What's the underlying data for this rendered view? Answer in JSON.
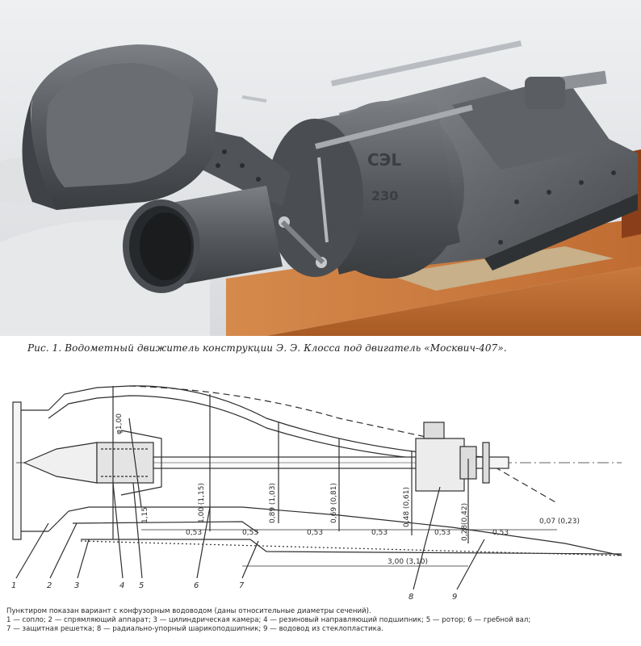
{
  "caption": "Рис. 1. Водометный движитель конструкции Э. Э. Клосса под двигатель «Москвич-407».",
  "photo": {
    "casting_mark_top": "CЭL",
    "casting_mark_bottom": "230"
  },
  "drawing": {
    "diameters": [
      {
        "label": "φ1,00"
      },
      {
        "label": "1,00 (1,15)"
      },
      {
        "label": "1,15"
      },
      {
        "label": "0,89 (1,03)"
      },
      {
        "label": "0,69 (0,81)"
      },
      {
        "label": "0,48 (0,61)"
      },
      {
        "label": "0,28(0,42)"
      },
      {
        "label": "0,07 (0,23)"
      }
    ],
    "segments": [
      {
        "label": "0,53"
      },
      {
        "label": "0,53"
      },
      {
        "label": "0,53"
      },
      {
        "label": "0,53"
      },
      {
        "label": "0,53"
      },
      {
        "label": "0,53"
      }
    ],
    "overall_length": "3,00 (3,10)",
    "part_numbers": [
      "1",
      "2",
      "3",
      "4",
      "5",
      "6",
      "7",
      "8",
      "9"
    ]
  },
  "legend": {
    "line1": "Пунктиром показан вариант с конфузорным водоводом (даны относительные диаметры сечений).",
    "line2": "1 — сопло; 2 — спрямляющий аппарат; 3 — цилиндрическая камера; 4 — резиновый направляющий подшипник; 5 — ротор; 6 — гребной вал;",
    "line3": "7 — защитная решетка; 8 — радиально-упорный шарикоподшипник; 9 — водовод из стеклопластика."
  }
}
